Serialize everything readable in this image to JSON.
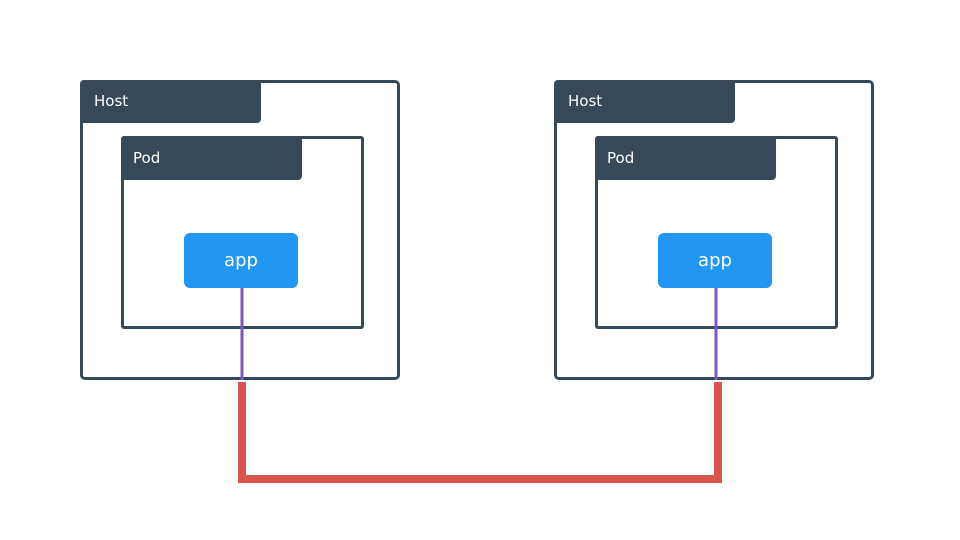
{
  "hosts": [
    {
      "label": "Host",
      "pod": {
        "label": "Pod",
        "app": "app"
      }
    },
    {
      "label": "Host",
      "pod": {
        "label": "Pod",
        "app": "app"
      }
    }
  ],
  "colors": {
    "frame": "#36495a",
    "app": "#2196f3",
    "link_inner": "#7e57c2",
    "link_outer": "#d9534f"
  }
}
